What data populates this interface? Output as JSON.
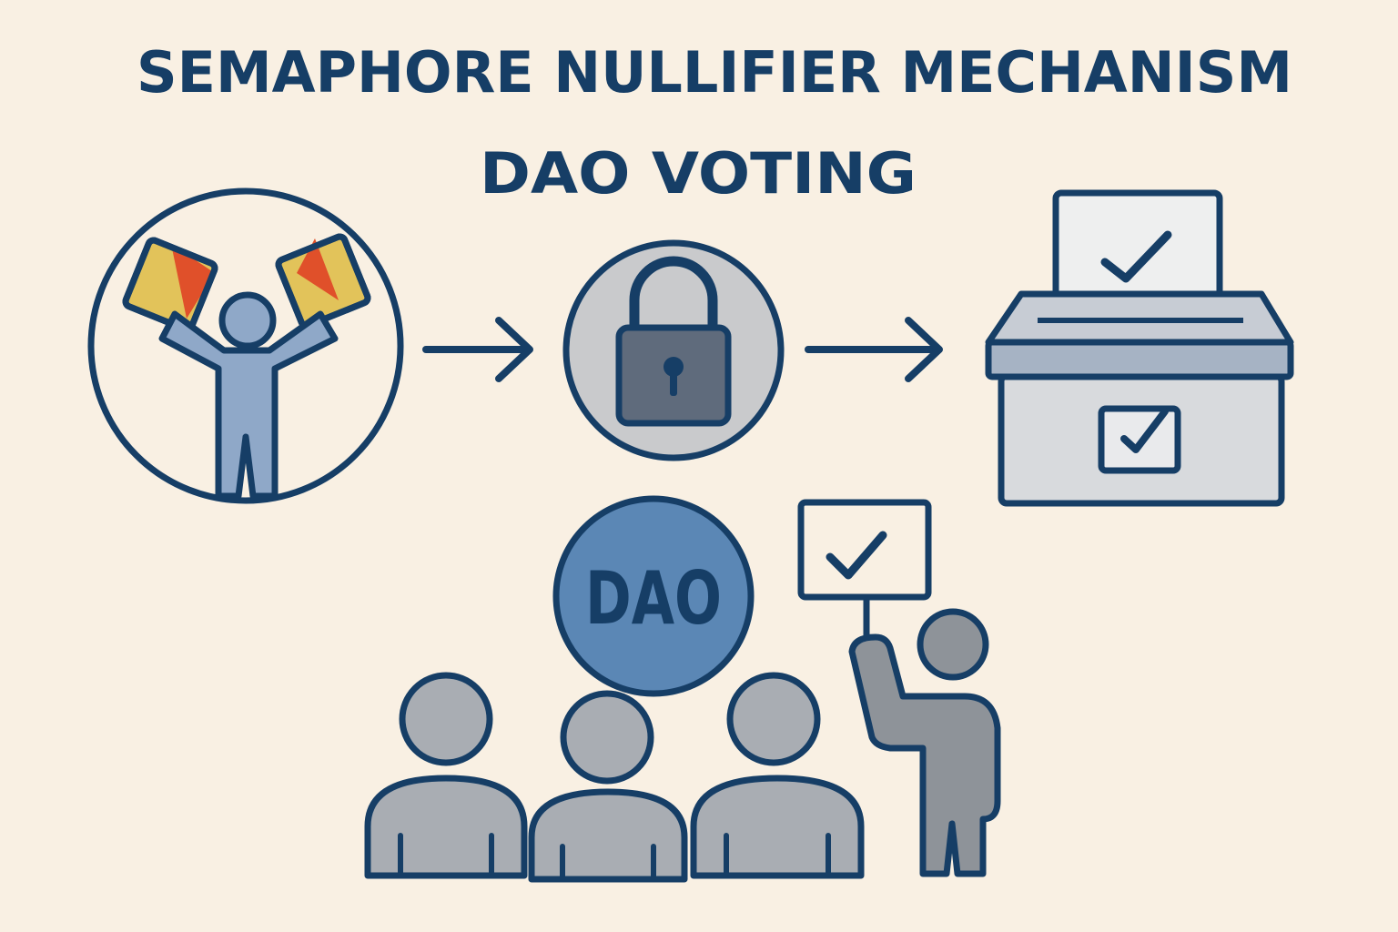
{
  "title": {
    "line1": "SEMAPHORE NULLIFIER MECHANISM",
    "line2": "DAO VOTING"
  },
  "dao_badge": {
    "label": "DAO"
  },
  "colors": {
    "background": "#f9f0e3",
    "outline": "#163e66",
    "person_blue": "#8fa8c8",
    "person_gray": "#a9adb3",
    "lock_circle": "#c9cacc",
    "lock_body": "#5f6b7c",
    "flag_yellow": "#e2c35a",
    "flag_orange": "#e0502a",
    "ballot_box": "#d8dadd",
    "ballot_lid": "#a6b3c4",
    "dao_circle": "#5b87b5"
  },
  "icons": [
    "semaphore-signaller-icon",
    "arrow-right-icon",
    "padlock-icon",
    "ballot-box-icon",
    "dao-badge-icon",
    "group-icon",
    "voter-raising-sign-icon"
  ]
}
